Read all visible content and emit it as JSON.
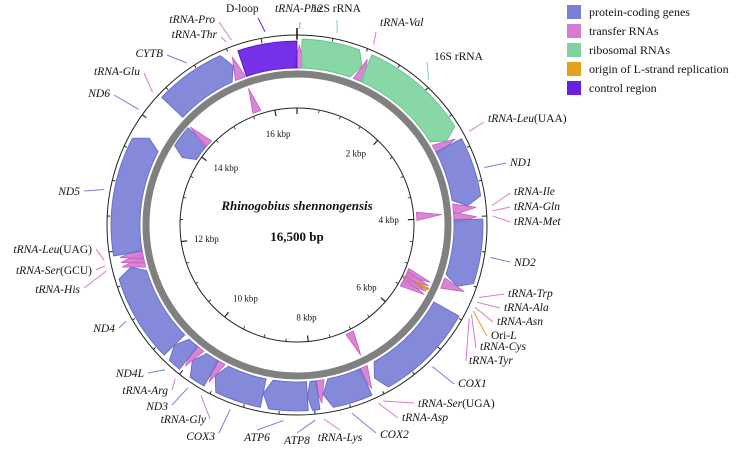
{
  "genome": {
    "species": "Rhinogobius shennongensis",
    "size_label": "16,500 bp",
    "length_bp": 16500
  },
  "legend": [
    {
      "key": "pcg",
      "label": "protein-coding genes",
      "color": "#7b7fd6"
    },
    {
      "key": "trna",
      "label": "transfer RNAs",
      "color": "#d77ad1"
    },
    {
      "key": "rrna",
      "label": "ribosomal RNAs",
      "color": "#7fd3a0"
    },
    {
      "key": "ori",
      "label": "origin of L-strand replication",
      "color": "#e3a21a"
    },
    {
      "key": "ctrl",
      "label": "control region",
      "color": "#6a1fe6"
    }
  ],
  "tick_labels": [
    "2 kbp",
    "4 kbp",
    "6 kbp",
    "8 kbp",
    "10 kbp",
    "12 kbp",
    "14 kbp",
    "16 kbp"
  ],
  "features": [
    {
      "name": "tRNA-Phe",
      "type": "trna",
      "start": 0,
      "end": 70,
      "strand": "H"
    },
    {
      "name": "12S rRNA",
      "type": "rrna",
      "start": 70,
      "end": 1020,
      "strand": "H"
    },
    {
      "name": "tRNA-Val",
      "type": "trna",
      "start": 1020,
      "end": 1090,
      "strand": "H"
    },
    {
      "name": "16S rRNA",
      "type": "rrna",
      "start": 1090,
      "end": 2780,
      "strand": "H"
    },
    {
      "name": "tRNA-Leu(UAA)",
      "type": "trna",
      "start": 2780,
      "end": 2855,
      "strand": "H"
    },
    {
      "name": "ND1",
      "type": "pcg",
      "start": 2855,
      "end": 3830,
      "strand": "H"
    },
    {
      "name": "tRNA-Ile",
      "type": "trna",
      "start": 3830,
      "end": 3900,
      "strand": "H"
    },
    {
      "name": "tRNA-Gln",
      "type": "trna",
      "start": 3900,
      "end": 3970,
      "strand": "L"
    },
    {
      "name": "tRNA-Met",
      "type": "trna",
      "start": 3970,
      "end": 4040,
      "strand": "H"
    },
    {
      "name": "ND2",
      "type": "pcg",
      "start": 4040,
      "end": 5085,
      "strand": "H"
    },
    {
      "name": "tRNA-Trp",
      "type": "trna",
      "start": 5085,
      "end": 5155,
      "strand": "H"
    },
    {
      "name": "tRNA-Ala",
      "type": "trna",
      "start": 5155,
      "end": 5225,
      "strand": "L"
    },
    {
      "name": "tRNA-Asn",
      "type": "trna",
      "start": 5225,
      "end": 5300,
      "strand": "L"
    },
    {
      "name": "Ori-L",
      "type": "ori",
      "start": 5300,
      "end": 5335,
      "strand": "L"
    },
    {
      "name": "tRNA-Cys",
      "type": "trna",
      "start": 5335,
      "end": 5400,
      "strand": "L"
    },
    {
      "name": "tRNA-Tyr",
      "type": "trna",
      "start": 5400,
      "end": 5470,
      "strand": "L"
    },
    {
      "name": "COX1",
      "type": "pcg",
      "start": 5470,
      "end": 7020,
      "strand": "H"
    },
    {
      "name": "tRNA-Ser(UGA)",
      "type": "trna",
      "start": 7020,
      "end": 7090,
      "strand": "L"
    },
    {
      "name": "tRNA-Asp",
      "type": "trna",
      "start": 7090,
      "end": 7160,
      "strand": "H"
    },
    {
      "name": "COX2",
      "type": "pcg",
      "start": 7160,
      "end": 7850,
      "strand": "H"
    },
    {
      "name": "tRNA-Lys",
      "type": "trna",
      "start": 7850,
      "end": 7925,
      "strand": "H"
    },
    {
      "name": "ATP8",
      "type": "pcg",
      "start": 7925,
      "end": 8090,
      "strand": "H"
    },
    {
      "name": "ATP6",
      "type": "pcg",
      "start": 8090,
      "end": 8770,
      "strand": "H"
    },
    {
      "name": "COX3",
      "type": "pcg",
      "start": 8770,
      "end": 9555,
      "strand": "H"
    },
    {
      "name": "tRNA-Gly",
      "type": "trna",
      "start": 9555,
      "end": 9625,
      "strand": "H"
    },
    {
      "name": "ND3",
      "type": "pcg",
      "start": 9625,
      "end": 9975,
      "strand": "H"
    },
    {
      "name": "tRNA-Arg",
      "type": "trna",
      "start": 9975,
      "end": 10045,
      "strand": "H"
    },
    {
      "name": "ND4L",
      "type": "pcg",
      "start": 10045,
      "end": 10340,
      "strand": "H"
    },
    {
      "name": "ND4",
      "type": "pcg",
      "start": 10340,
      "end": 11720,
      "strand": "H"
    },
    {
      "name": "tRNA-His",
      "type": "trna",
      "start": 11720,
      "end": 11790,
      "strand": "H"
    },
    {
      "name": "tRNA-Ser(GCU)",
      "type": "trna",
      "start": 11790,
      "end": 11860,
      "strand": "H"
    },
    {
      "name": "tRNA-Leu(UAG)",
      "type": "trna",
      "start": 11860,
      "end": 11935,
      "strand": "H"
    },
    {
      "name": "ND5",
      "type": "pcg",
      "start": 11935,
      "end": 13770,
      "strand": "H"
    },
    {
      "name": "ND6",
      "type": "pcg",
      "start": 13770,
      "end": 14290,
      "strand": "L"
    },
    {
      "name": "tRNA-Glu",
      "type": "trna",
      "start": 14290,
      "end": 14360,
      "strand": "L"
    },
    {
      "name": "CYTB",
      "type": "pcg",
      "start": 14360,
      "end": 15500,
      "strand": "H"
    },
    {
      "name": "tRNA-Thr",
      "type": "trna",
      "start": 15500,
      "end": 15570,
      "strand": "H"
    },
    {
      "name": "tRNA-Pro",
      "type": "trna",
      "start": 15570,
      "end": 15640,
      "strand": "L"
    },
    {
      "name": "D-loop",
      "type": "ctrl",
      "start": 15640,
      "end": 16500,
      "strand": "H"
    }
  ],
  "labels": [
    {
      "gene": "tRNA-Phe",
      "parts": [
        {
          "t": "tRNA-Phe",
          "it": true
        }
      ]
    },
    {
      "gene": "12S rRNA",
      "parts": [
        {
          "t": "12S rRNA",
          "it": false
        }
      ]
    },
    {
      "gene": "tRNA-Val",
      "parts": [
        {
          "t": "tRNA-Val",
          "it": true
        }
      ]
    },
    {
      "gene": "16S rRNA",
      "parts": [
        {
          "t": "16S rRNA",
          "it": false
        }
      ]
    },
    {
      "gene": "tRNA-Leu(UAA)",
      "parts": [
        {
          "t": "tRNA-Leu",
          "it": true
        },
        {
          "t": "(UAA)",
          "it": false
        }
      ]
    },
    {
      "gene": "ND1",
      "parts": [
        {
          "t": "ND1",
          "it": true
        }
      ]
    },
    {
      "gene": "tRNA-Ile",
      "parts": [
        {
          "t": "tRNA-Ile",
          "it": true
        }
      ]
    },
    {
      "gene": "tRNA-Gln",
      "parts": [
        {
          "t": "tRNA-Gln",
          "it": true
        }
      ]
    },
    {
      "gene": "tRNA-Met",
      "parts": [
        {
          "t": "tRNA-Met",
          "it": true
        }
      ]
    },
    {
      "gene": "ND2",
      "parts": [
        {
          "t": "ND2",
          "it": true
        }
      ]
    },
    {
      "gene": "tRNA-Trp",
      "parts": [
        {
          "t": "tRNA-Trp",
          "it": true
        }
      ]
    },
    {
      "gene": "tRNA-Ala",
      "parts": [
        {
          "t": "tRNA-Ala",
          "it": true
        }
      ]
    },
    {
      "gene": "tRNA-Asn",
      "parts": [
        {
          "t": "tRNA-Asn",
          "it": true
        }
      ]
    },
    {
      "gene": "Ori-L",
      "parts": [
        {
          "t": "Ori-",
          "it": false
        },
        {
          "t": "L",
          "it": true
        }
      ]
    },
    {
      "gene": "tRNA-Cys",
      "parts": [
        {
          "t": "tRNA-Cys",
          "it": true
        }
      ]
    },
    {
      "gene": "tRNA-Tyr",
      "parts": [
        {
          "t": "tRNA-Tyr",
          "it": true
        }
      ]
    },
    {
      "gene": "COX1",
      "parts": [
        {
          "t": "COX1",
          "it": true
        }
      ]
    },
    {
      "gene": "tRNA-Ser(UGA)",
      "parts": [
        {
          "t": "tRNA-Ser",
          "it": true
        },
        {
          "t": "(UGA)",
          "it": false
        }
      ]
    },
    {
      "gene": "tRNA-Asp",
      "parts": [
        {
          "t": "tRNA-Asp",
          "it": true
        }
      ]
    },
    {
      "gene": "COX2",
      "parts": [
        {
          "t": "COX2",
          "it": true
        }
      ]
    },
    {
      "gene": "tRNA-Lys",
      "parts": [
        {
          "t": "tRNA-Lys",
          "it": true
        }
      ]
    },
    {
      "gene": "ATP8",
      "parts": [
        {
          "t": "ATP8",
          "it": true
        }
      ]
    },
    {
      "gene": "ATP6",
      "parts": [
        {
          "t": "ATP6",
          "it": true
        }
      ]
    },
    {
      "gene": "COX3",
      "parts": [
        {
          "t": "COX3",
          "it": true
        }
      ]
    },
    {
      "gene": "tRNA-Gly",
      "parts": [
        {
          "t": "tRNA-Gly",
          "it": true
        }
      ]
    },
    {
      "gene": "ND3",
      "parts": [
        {
          "t": "ND3",
          "it": true
        }
      ]
    },
    {
      "gene": "tRNA-Arg",
      "parts": [
        {
          "t": "tRNA-Arg",
          "it": true
        }
      ]
    },
    {
      "gene": "ND4L",
      "parts": [
        {
          "t": "ND4L",
          "it": true
        }
      ]
    },
    {
      "gene": "ND4",
      "parts": [
        {
          "t": "ND4",
          "it": true
        }
      ]
    },
    {
      "gene": "tRNA-His",
      "parts": [
        {
          "t": "tRNA-His",
          "it": true
        }
      ]
    },
    {
      "gene": "tRNA-Ser(GCU)",
      "parts": [
        {
          "t": "tRNA-Ser",
          "it": true
        },
        {
          "t": "(GCU)",
          "it": false
        }
      ]
    },
    {
      "gene": "tRNA-Leu(UAG)",
      "parts": [
        {
          "t": "tRNA-Leu",
          "it": true
        },
        {
          "t": "(UAG)",
          "it": false
        }
      ]
    },
    {
      "gene": "ND5",
      "parts": [
        {
          "t": "ND5",
          "it": true
        }
      ]
    },
    {
      "gene": "ND6",
      "parts": [
        {
          "t": "ND6",
          "it": true
        }
      ]
    },
    {
      "gene": "tRNA-Glu",
      "parts": [
        {
          "t": "tRNA-Glu",
          "it": true
        }
      ]
    },
    {
      "gene": "CYTB",
      "parts": [
        {
          "t": "CYTB",
          "it": true
        }
      ]
    },
    {
      "gene": "tRNA-Thr",
      "parts": [
        {
          "t": "tRNA-Thr",
          "it": true
        }
      ]
    },
    {
      "gene": "tRNA-Pro",
      "parts": [
        {
          "t": "tRNA-Pro",
          "it": true
        }
      ]
    },
    {
      "gene": "D-loop",
      "parts": [
        {
          "t": "D-loop",
          "it": false
        }
      ]
    }
  ]
}
